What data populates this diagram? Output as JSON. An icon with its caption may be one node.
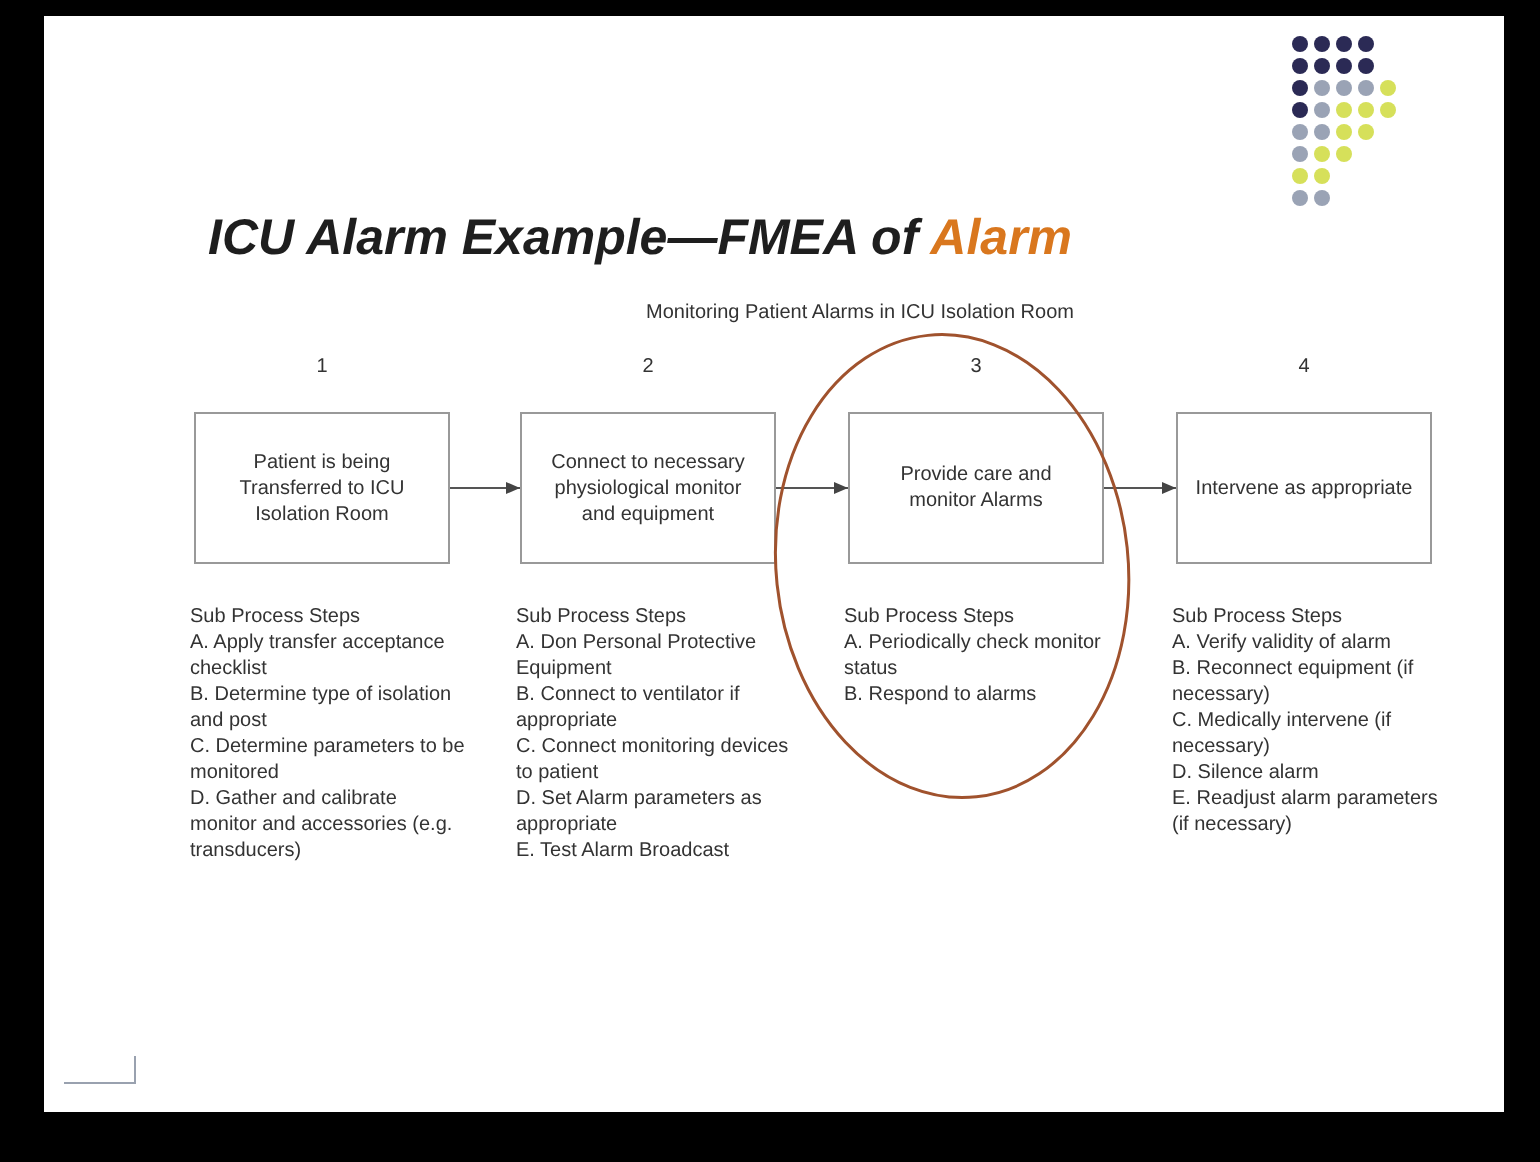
{
  "diagram": {
    "title": "ICU Alarm Example—FMEA of Alarm",
    "nodes": [
      {
        "text": [
          "Patient is being Transferred to ICU Isolation Room"
        ],
        "beside": [
          "1",
          "Sub Process Steps",
          "A. Apply transfer acceptance checklist",
          "B. Determine type of isolation and post",
          "C. Determine parameters to be monitored",
          "D. Gather and calibrate monitor and accessories (e.g. transducers)"
        ]
      },
      {
        "text": [
          "Connect to necessary physiological monitor and equipment"
        ],
        "beside": [
          "2",
          "Sub Process Steps",
          "A. Don Personal Protective Equipment",
          "B. Connect to ventilator if appropriate",
          "C. Connect monitoring devices to patient",
          "D. Set Alarm parameters as appropriate",
          "E. Test Alarm Broadcast"
        ]
      },
      {
        "text": [
          "Provide care and monitor Alarms"
        ],
        "beside": [
          "3",
          "Sub Process Steps",
          "A. Periodically check monitor status",
          "B. Respond to alarms"
        ]
      },
      {
        "text": [
          "Intervene as appropriate"
        ],
        "beside": [
          "4",
          "Sub Process Steps",
          "A. Verify validity of alarm",
          "B. Reconnect equipment (if necessary)",
          "C. Medically intervene (if necessary)",
          "D. Silence alarm",
          "E. Readjust alarm parameters (if necessary)"
        ]
      }
    ],
    "edges": [
      {
        "from": 0,
        "to": 1,
        "arrow": "to"
      },
      {
        "from": 1,
        "to": 2,
        "arrow": "to"
      },
      {
        "from": 2,
        "to": 3,
        "arrow": "to"
      }
    ],
    "labels": [
      "Monitoring Patient Alarms in ICU Isolation Room"
    ]
  }
}
